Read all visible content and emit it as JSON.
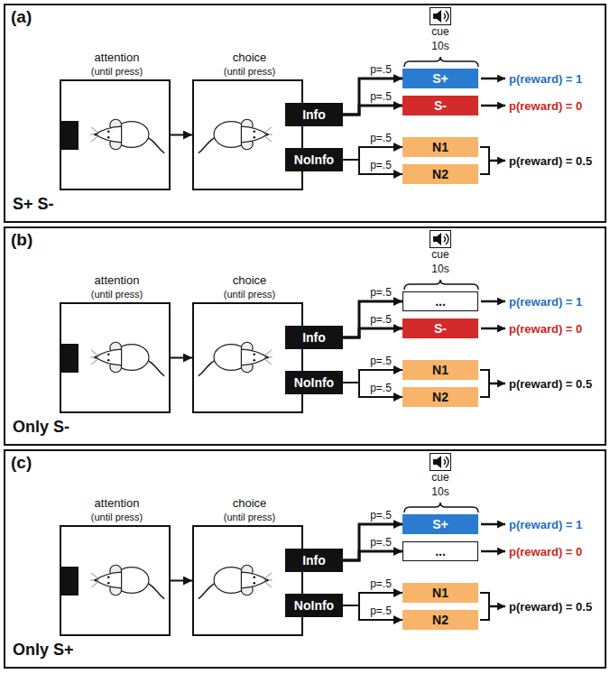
{
  "diagram": {
    "nodes": [
      {
        "text": [
          "(a)",
          "S+ S-"
        ]
      },
      {
        "text": [
          "attention",
          "(until press)"
        ],
        "in": 0
      },
      {
        "text": [
          "choice",
          "(until press)"
        ],
        "in": 0
      },
      {
        "text": [
          "Info"
        ],
        "in": 0
      },
      {
        "text": [
          "NoInfo"
        ],
        "in": 0
      },
      {
        "text": [
          "cue"
        ],
        "in": 0
      },
      {
        "text": [
          "S+"
        ],
        "in": 0
      },
      {
        "text": [
          "S-"
        ],
        "in": 0
      },
      {
        "text": [
          "N1"
        ],
        "in": 0
      },
      {
        "text": [
          "N2"
        ],
        "in": 0
      },
      {
        "text": [
          "(b)",
          "Only S-"
        ]
      },
      {
        "text": [
          "attention",
          "(until press)"
        ],
        "in": 10
      },
      {
        "text": [
          "choice",
          "(until press)"
        ],
        "in": 10
      },
      {
        "text": [
          "Info"
        ],
        "in": 10
      },
      {
        "text": [
          "NoInfo"
        ],
        "in": 10
      },
      {
        "text": [
          "cue"
        ],
        "in": 10
      },
      {
        "text": [
          "..."
        ],
        "in": 10
      },
      {
        "text": [
          "S-"
        ],
        "in": 10
      },
      {
        "text": [
          "N1"
        ],
        "in": 10
      },
      {
        "text": [
          "N2"
        ],
        "in": 10
      },
      {
        "text": [
          "(c)",
          "Only S+"
        ]
      },
      {
        "text": [
          "attention",
          "(until press)"
        ],
        "in": 20
      },
      {
        "text": [
          "choice",
          "(until press)"
        ],
        "in": 20
      },
      {
        "text": [
          "Info"
        ],
        "in": 20
      },
      {
        "text": [
          "NoInfo"
        ],
        "in": 20
      },
      {
        "text": [
          "cue"
        ],
        "in": 20
      },
      {
        "text": [
          "S+"
        ],
        "in": 20
      },
      {
        "text": [
          "..."
        ],
        "in": 20
      },
      {
        "text": [
          "N1"
        ],
        "in": 20
      },
      {
        "text": [
          "N2"
        ],
        "in": 20
      }
    ],
    "edges": [
      {
        "from": 1,
        "to": 2,
        "arrow": "to"
      },
      {
        "from": 3,
        "to": 6,
        "label": "p=.5",
        "arrow": "to"
      },
      {
        "from": 3,
        "to": 7,
        "label": "p=.5",
        "arrow": "to"
      },
      {
        "from": 4,
        "to": 8,
        "label": "p=.5",
        "arrow": "to"
      },
      {
        "from": 4,
        "to": 9,
        "label": "p=.5",
        "arrow": "to"
      },
      {
        "from": 11,
        "to": 12,
        "arrow": "to"
      },
      {
        "from": 13,
        "to": 16,
        "label": "p=.5",
        "arrow": "to"
      },
      {
        "from": 13,
        "to": 17,
        "label": "p=.5",
        "arrow": "to"
      },
      {
        "from": 14,
        "to": 18,
        "label": "p=.5",
        "arrow": "to"
      },
      {
        "from": 14,
        "to": 19,
        "label": "p=.5",
        "arrow": "to"
      },
      {
        "from": 21,
        "to": 22,
        "arrow": "to"
      },
      {
        "from": 23,
        "to": 26,
        "label": "p=.5",
        "arrow": "to"
      },
      {
        "from": 23,
        "to": 27,
        "label": "p=.5",
        "arrow": "to"
      },
      {
        "from": 24,
        "to": 28,
        "label": "p=.5",
        "arrow": "to"
      },
      {
        "from": 24,
        "to": 29,
        "label": "p=.5",
        "arrow": "to"
      }
    ],
    "labels": [
      "10s",
      "p(reward) = 1",
      "p(reward) = 0",
      "p(reward) = 0.5",
      "10s",
      "p(reward) = 1",
      "p(reward) = 0",
      "p(reward) = 0.5",
      "10s",
      "p(reward) = 1",
      "p(reward) = 0",
      "p(reward) = 0.5"
    ]
  }
}
